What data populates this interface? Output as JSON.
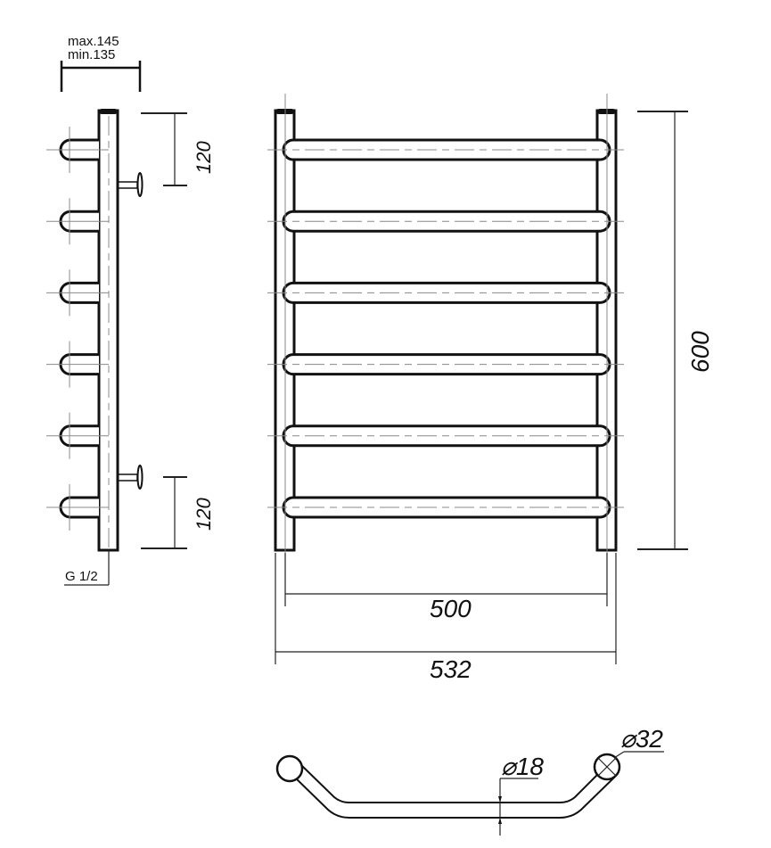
{
  "side_view": {
    "depth_max": "max.145",
    "depth_min": "min.135",
    "bracket_top_offset": "120",
    "bracket_bottom_offset": "120",
    "connection_thread": "G 1/2",
    "rung_count": 6
  },
  "front_view": {
    "height": "600",
    "center_distance": "500",
    "overall_width": "532",
    "rung_count": 6
  },
  "top_view": {
    "rung_diameter": "⌀18",
    "post_diameter": "⌀32"
  }
}
